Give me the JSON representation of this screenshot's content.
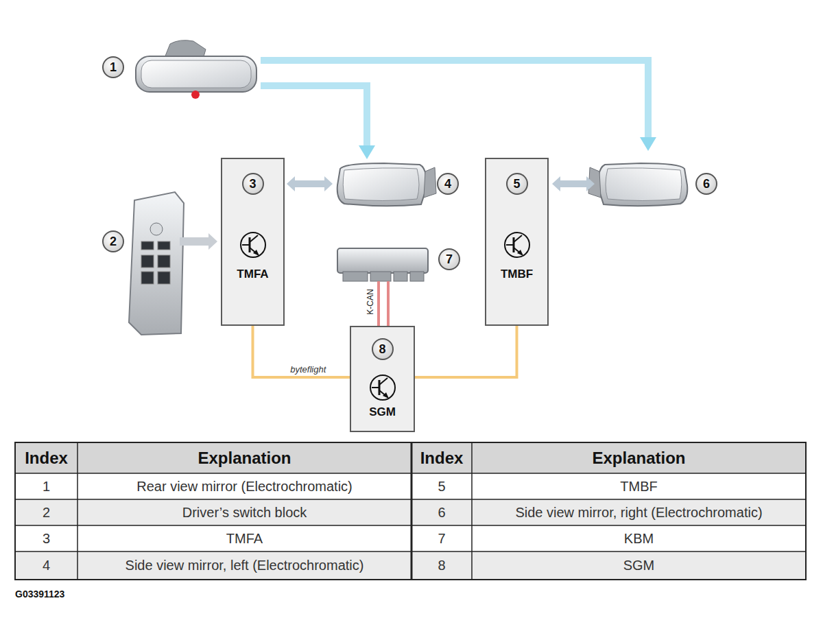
{
  "diagram": {
    "nodes": [
      {
        "text": [
          "3",
          "TMFA"
        ]
      },
      {
        "text": [
          "5",
          "TMBF"
        ]
      },
      {
        "text": [
          "8",
          "SGM"
        ]
      }
    ],
    "edges": [
      {
        "from": 0,
        "to": 2,
        "arrow": "none",
        "label": "byteflight"
      },
      {
        "from": 2,
        "to": 1,
        "arrow": "none"
      }
    ],
    "labels": [
      "1",
      "2",
      "4",
      "6",
      "7",
      "K-CAN",
      "Index",
      "Explanation",
      "Index",
      "Explanation",
      "1",
      "Rear view mirror (Electrochromatic)",
      "5",
      "TMBF",
      "2",
      "Driver’s switch block",
      "6",
      "Side view mirror, right (Electrochromatic)",
      "3",
      "TMFA",
      "7",
      "KBM",
      "4",
      "Side view mirror, left (Electrochromatic)",
      "8",
      "SGM",
      "G03391123"
    ]
  }
}
